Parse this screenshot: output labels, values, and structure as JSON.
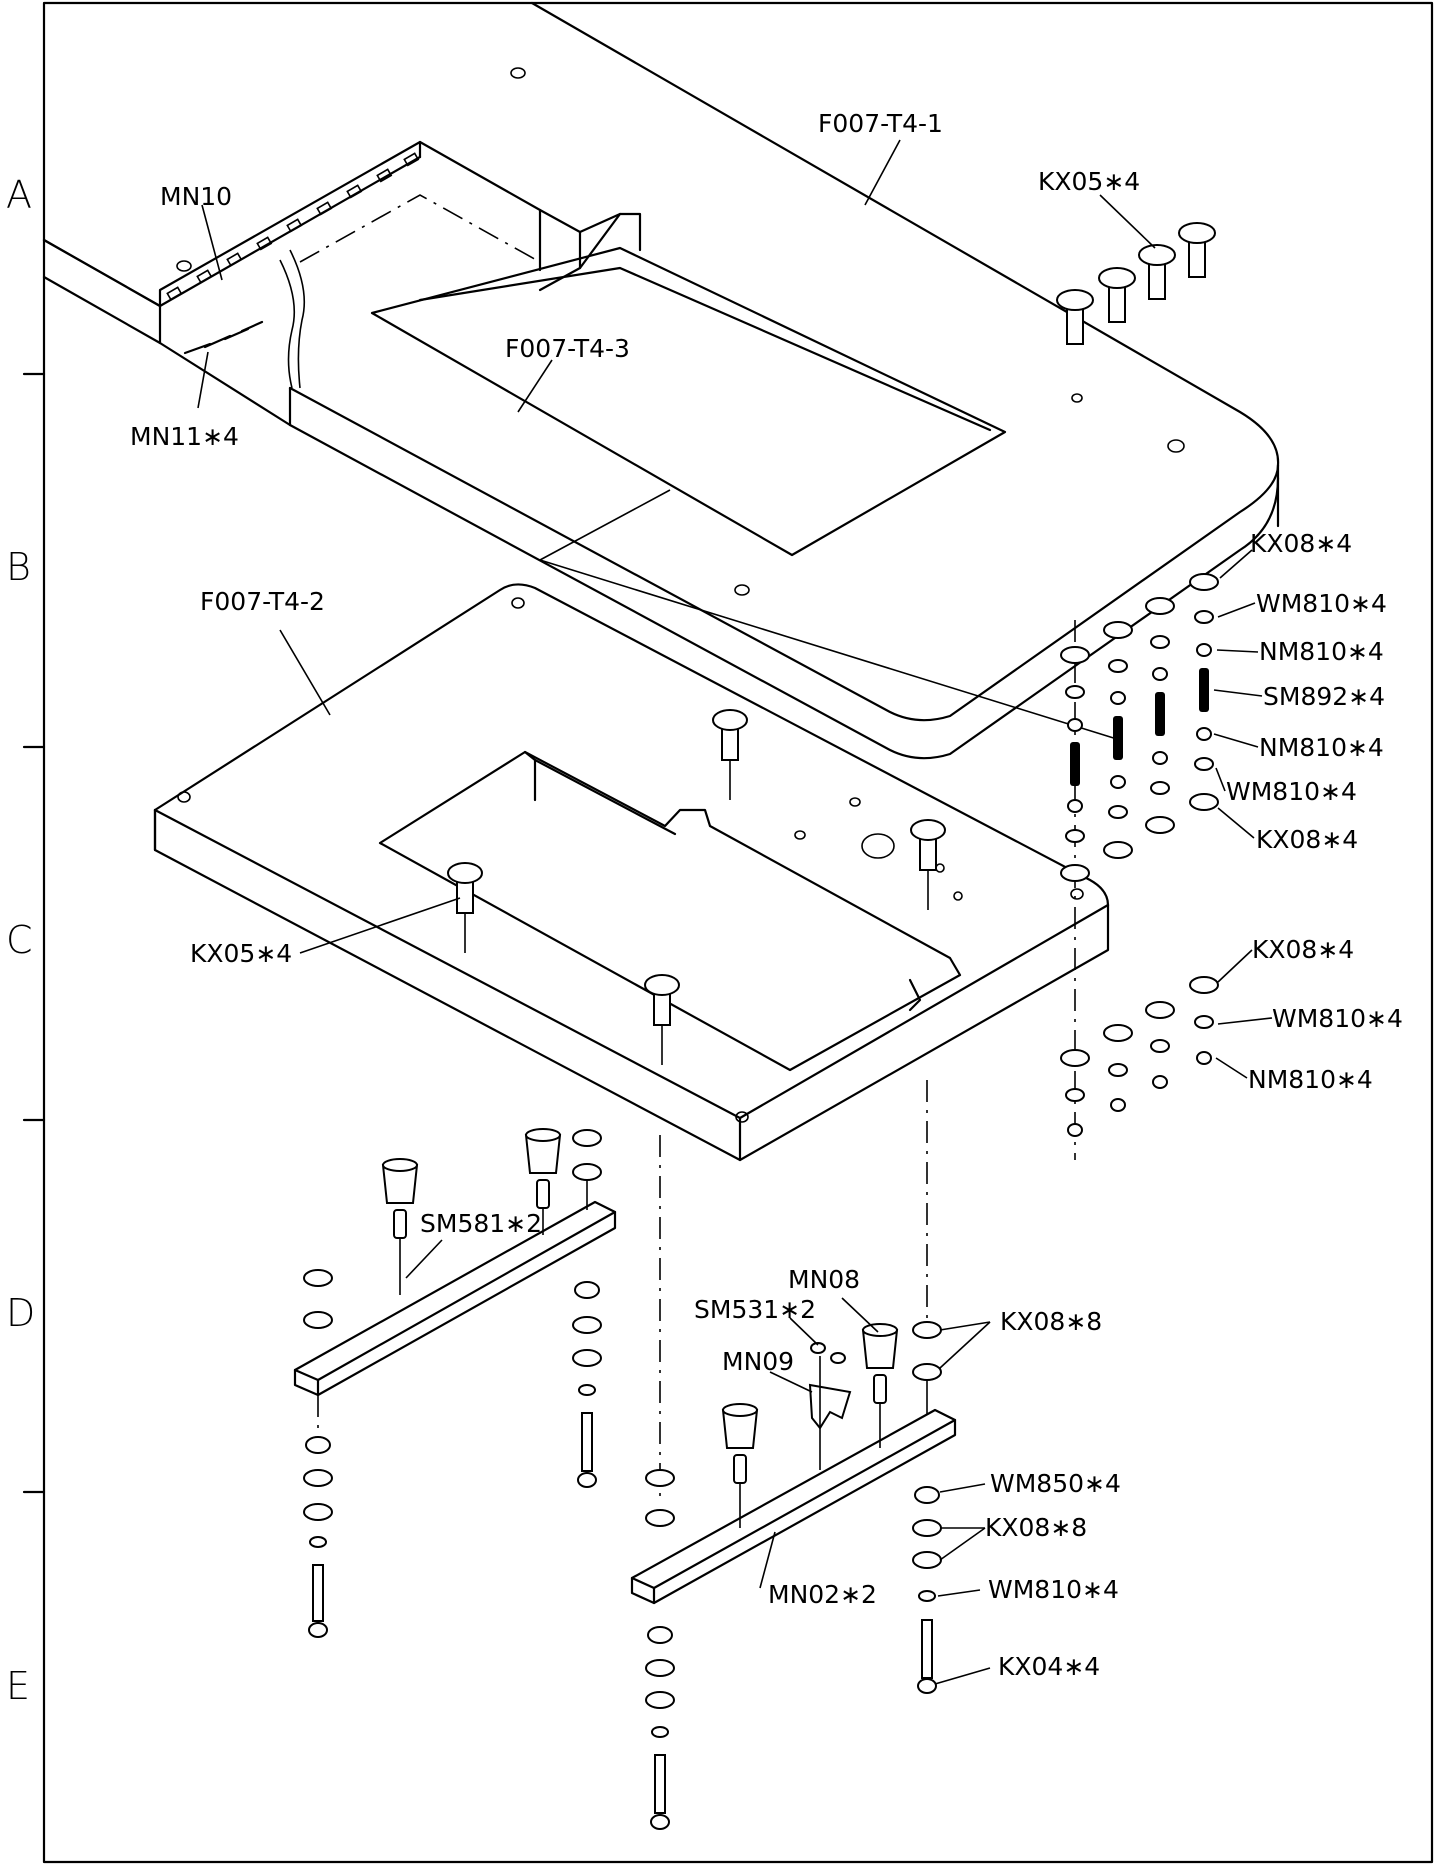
{
  "zones": [
    "A",
    "B",
    "C",
    "D",
    "E"
  ],
  "labels": {
    "f007_t4_1": "F007-T4-1",
    "f007_t4_3": "F007-T4-3",
    "f007_t4_2": "F007-T4-2",
    "mn10": "MN10",
    "mn11": "MN11∗4",
    "kx05_top": "KX05∗4",
    "kx05_mid": "KX05∗4",
    "kx08_r1": "KX08∗4",
    "wm810_r1": "WM810∗4",
    "nm810_r1": "NM810∗4",
    "sm892": "SM892∗4",
    "nm810_r2": "NM810∗4",
    "wm810_r2": "WM810∗4",
    "kx08_r2": "KX08∗4",
    "kx08_r3": "KX08∗4",
    "wm810_r3": "WM810∗4",
    "nm810_r3": "NM810∗4",
    "sm581": "SM581∗2",
    "mn08": "MN08",
    "sm531": "SM531∗2",
    "mn09": "MN09",
    "kx08_8a": "KX08∗8",
    "wm850": "WM850∗4",
    "kx08_8b": "KX08∗8",
    "wm810_bot": "WM810∗4",
    "kx04": "KX04∗4",
    "mn02": "MN02∗2"
  }
}
